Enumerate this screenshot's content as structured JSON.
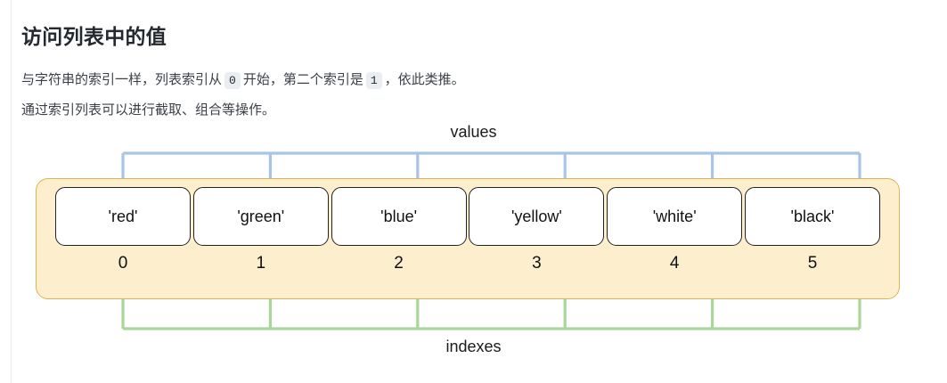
{
  "page": {
    "title": "访问列表中的值",
    "paragraphs": [
      {
        "id": "para-1",
        "prefix": "与字符串的索引一样，列表索引从",
        "code_1": "0",
        "middle": "开始，第二个索引是",
        "code_2": "1",
        "suffix": "，依此类推。"
      },
      {
        "id": "para-2",
        "text": "通过索引列表可以进行截取、组合等操作。"
      }
    ]
  },
  "diagram": {
    "values_label": "values",
    "indexes_label": "indexes",
    "cells": [
      {
        "value": "'red'",
        "index": "0"
      },
      {
        "value": "'green'",
        "index": "1"
      },
      {
        "value": "'blue'",
        "index": "2"
      },
      {
        "value": "'yellow'",
        "index": "3"
      },
      {
        "value": "'white'",
        "index": "4"
      },
      {
        "value": "'black'",
        "index": "5"
      }
    ],
    "colors": {
      "container_fill": "#fdefcd",
      "container_border": "#e0b252",
      "value_arrow": "#a8c5e8",
      "index_arrow": "#a9d79a",
      "box_border": "#222222",
      "box_fill": "#ffffff",
      "code_badge_bg": "#eaeef2",
      "heading": "#24292f"
    }
  }
}
